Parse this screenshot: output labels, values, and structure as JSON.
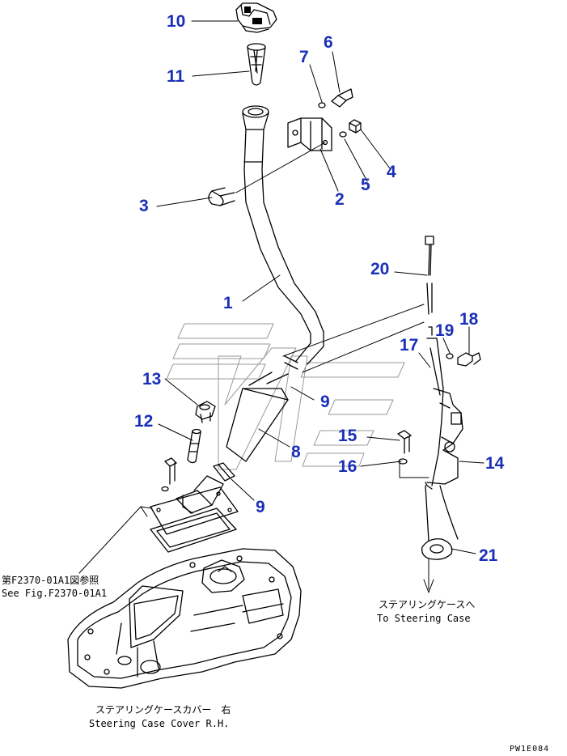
{
  "colors": {
    "callout": "#1a2fb8",
    "line": "#000000",
    "background": "#ffffff"
  },
  "callouts": {
    "c1": "1",
    "c2": "2",
    "c3": "3",
    "c4": "4",
    "c5": "5",
    "c6": "6",
    "c7": "7",
    "c8": "8",
    "c9a": "9",
    "c9b": "9",
    "c10": "10",
    "c11": "11",
    "c12": "12",
    "c13": "13",
    "c14": "14",
    "c15": "15",
    "c16": "16",
    "c17": "17",
    "c18": "18",
    "c19": "19",
    "c20": "20",
    "c21": "21"
  },
  "notes": {
    "ref_jp": "第F2370-01A1図参照",
    "ref_en": "See Fig.F2370-01A1",
    "case_jp": "ステアリングケースへ",
    "case_en": "To Steering Case",
    "cover_jp": "ステアリングケースカバー　右",
    "cover_en": "Steering Case Cover R.H."
  },
  "drawing_code": "PW1E084"
}
